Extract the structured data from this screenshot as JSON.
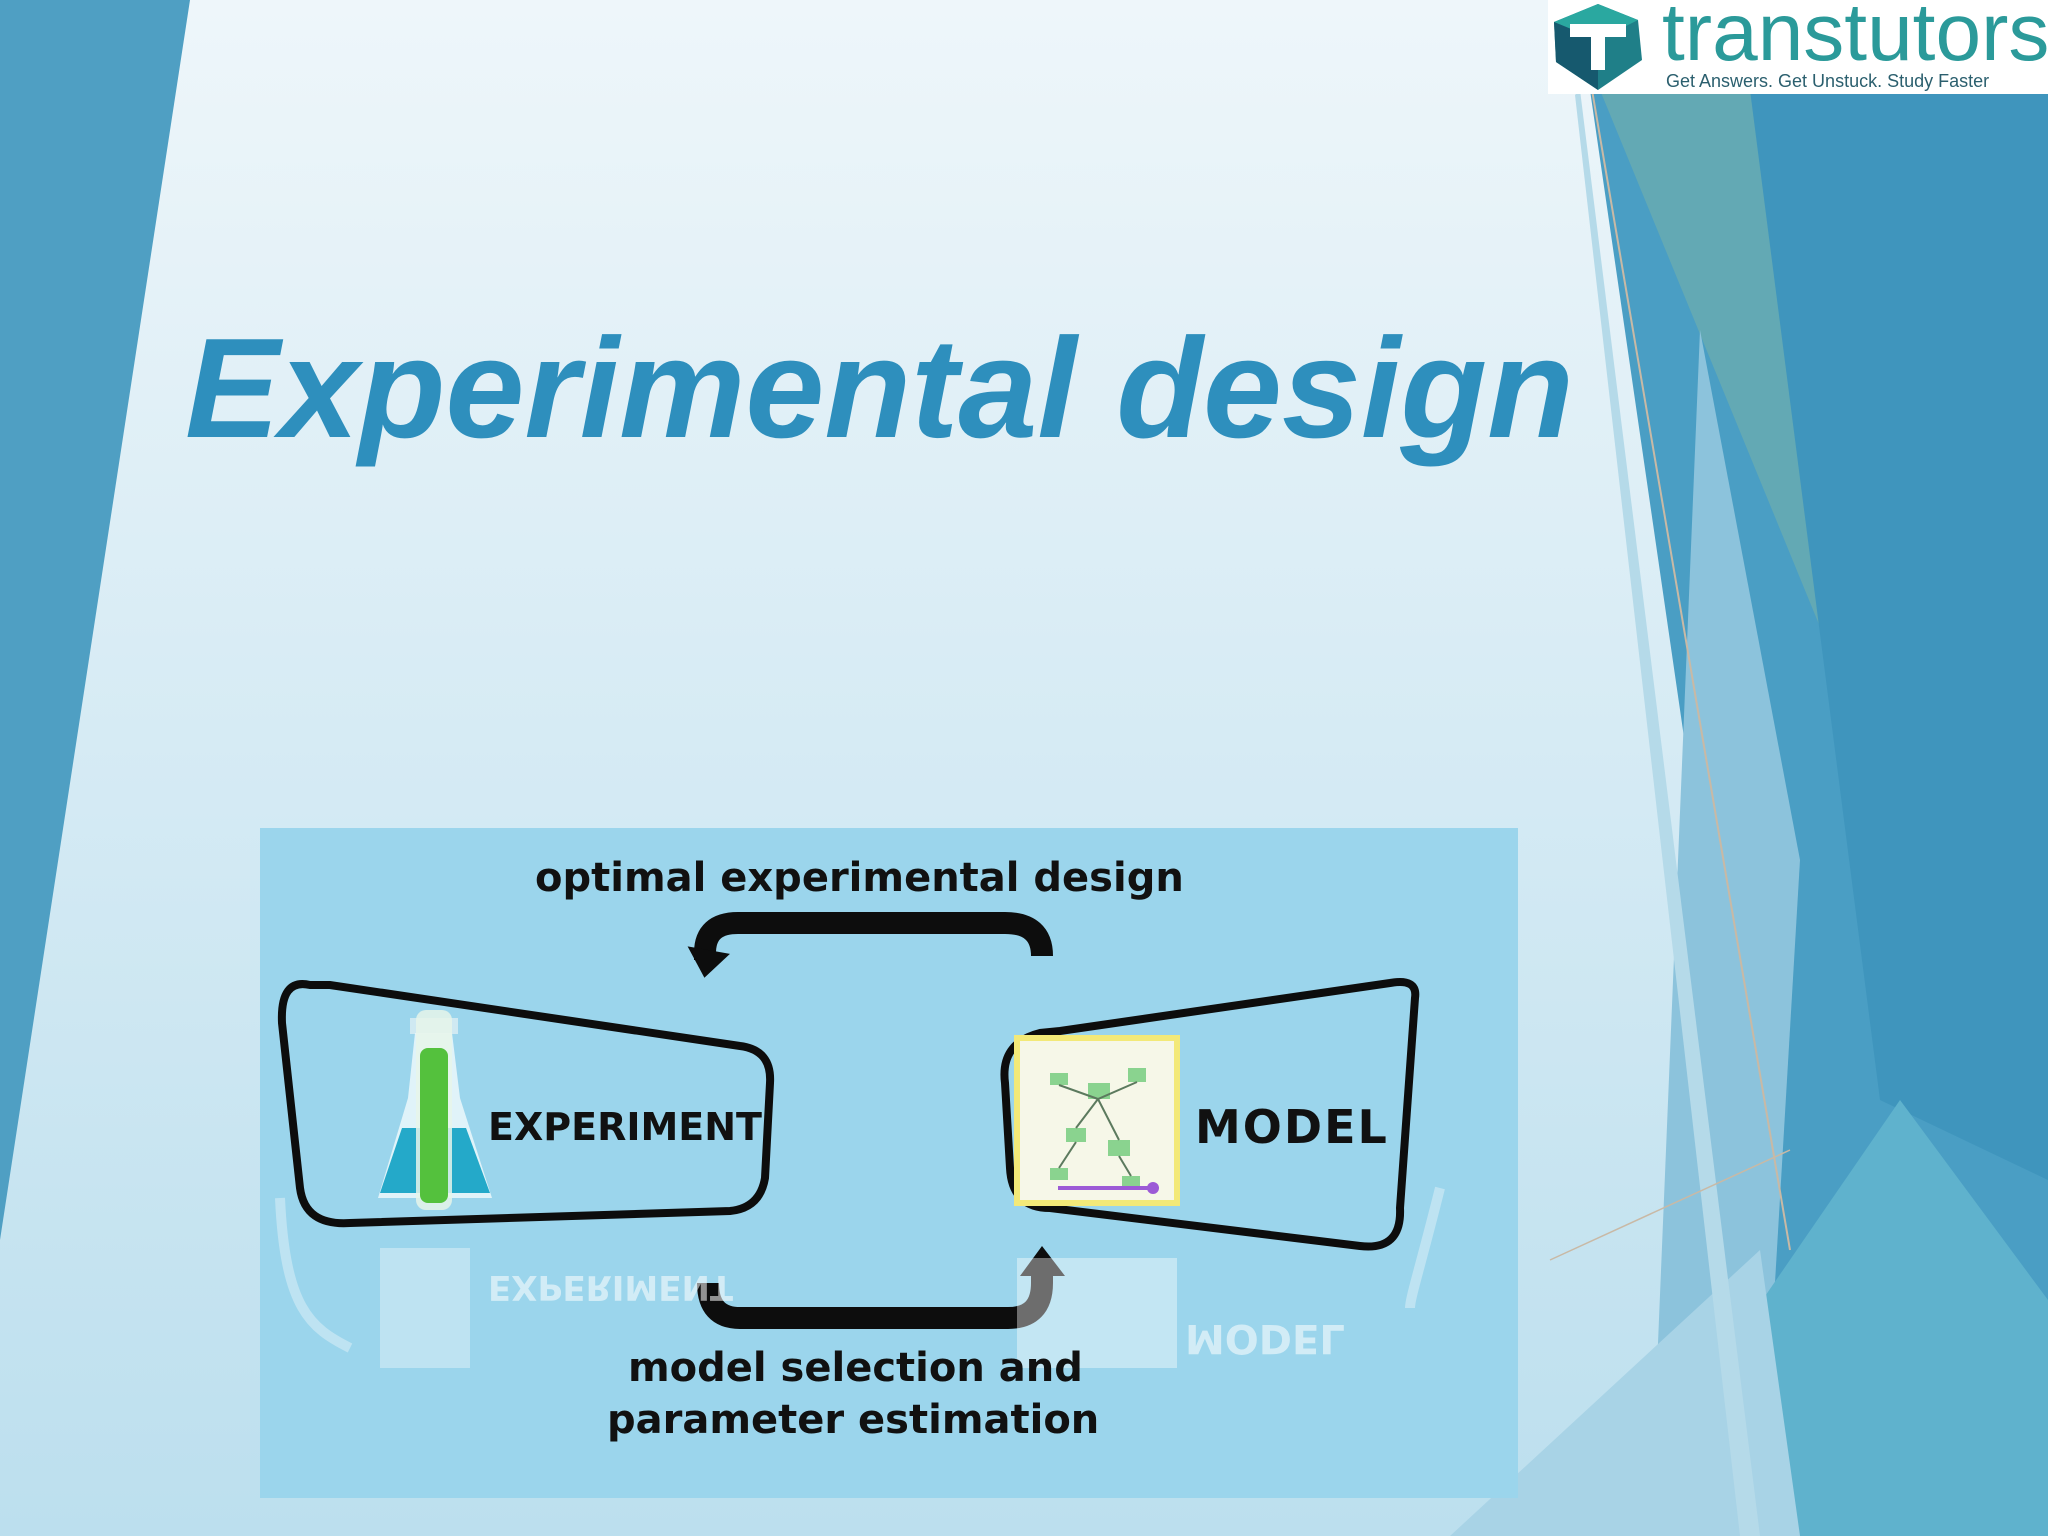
{
  "logo": {
    "name": "transtutors",
    "tagline": "Get Answers. Get Unstuck. Study Faster"
  },
  "slide": {
    "title": "Experimental design"
  },
  "diagram": {
    "top_arrow_label": "optimal experimental design",
    "left_box_label": "EXPERIMENT",
    "right_box_label": "MODEL",
    "bottom_arrow_label_line1": "model selection and",
    "bottom_arrow_label_line2": "parameter estimation"
  },
  "colors": {
    "title": "#2e8fbd",
    "diagram_background": "#9bd5ec",
    "logo_teal": "#2b9a9a"
  }
}
